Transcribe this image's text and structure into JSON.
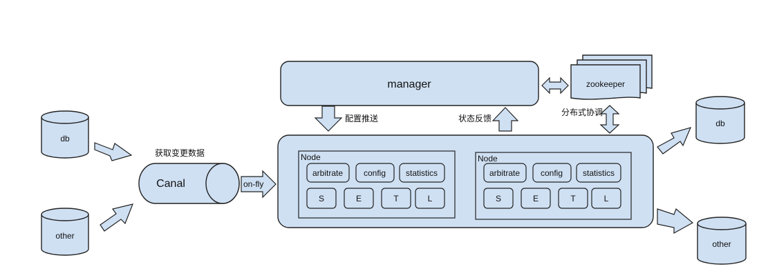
{
  "manager": {
    "label": "manager"
  },
  "zookeeper": {
    "label": "zookeeper",
    "caption": "分布式协调"
  },
  "labels": {
    "config_push": "配置推送",
    "status_feedback": "状态反馈",
    "fetch_changes": "获取变更数据",
    "on_fly": "on-fly"
  },
  "sources": [
    {
      "label": "db"
    },
    {
      "label": "other"
    }
  ],
  "canal": {
    "label": "Canal"
  },
  "nodes": [
    {
      "title": "Node",
      "components": [
        "arbitrate",
        "config",
        "statistics"
      ],
      "stages": [
        "S",
        "E",
        "T",
        "L"
      ]
    },
    {
      "title": "Node",
      "components": [
        "arbitrate",
        "config",
        "statistics"
      ],
      "stages": [
        "S",
        "E",
        "T",
        "L"
      ]
    }
  ],
  "targets": [
    {
      "label": "db"
    },
    {
      "label": "other"
    }
  ]
}
